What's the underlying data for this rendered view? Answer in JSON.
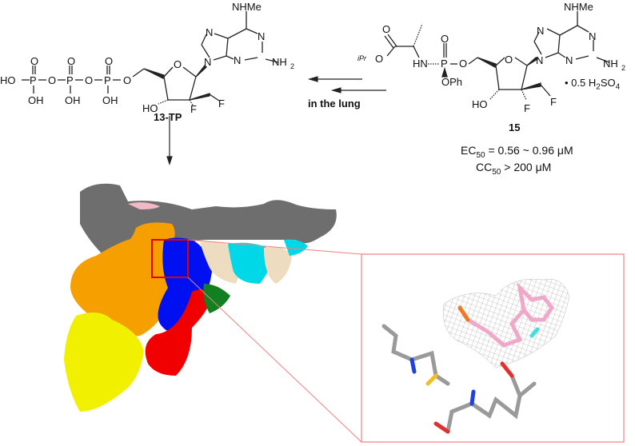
{
  "scheme": {
    "arrow_label": "in the lung",
    "compound_13tp": {
      "label": "13-TP",
      "atoms": [
        "HO",
        "P",
        "O",
        "P",
        "O",
        "P",
        "O",
        "O",
        "O",
        "O",
        "OH",
        "OH",
        "OH",
        "O",
        "HO",
        "F",
        "F",
        "N",
        "N",
        "N",
        "N",
        "NH",
        "2",
        "NHMe"
      ]
    },
    "compound_15": {
      "label": "15",
      "salt": "• 0.5 H",
      "salt_sub": "2",
      "salt_end": "SO",
      "salt_sub2": "4",
      "atoms": [
        "O",
        "iPr",
        "O",
        "HN",
        "P",
        "O",
        "O",
        "OPh",
        "O",
        "HO",
        "F",
        "F",
        "N",
        "N",
        "N",
        "N",
        "NH",
        "2",
        "NHMe"
      ]
    },
    "activity": {
      "ec50_prefix": "EC",
      "ec50_sub": "50",
      "ec50_value": " = 0.56 ~ 0.96 μM",
      "cc50_prefix": "CC",
      "cc50_sub": "50",
      "cc50_value": " > 200 μM"
    }
  },
  "colors": {
    "gray": "#6e6e6e",
    "orange": "#f5a000",
    "blue": "#0010f0",
    "red": "#f00000",
    "yellow": "#f0f000",
    "green": "#108020",
    "cyan": "#00d8e8",
    "wheat": "#eedcc0",
    "pink": "#f2b8c8",
    "highlight": "#f08080"
  }
}
